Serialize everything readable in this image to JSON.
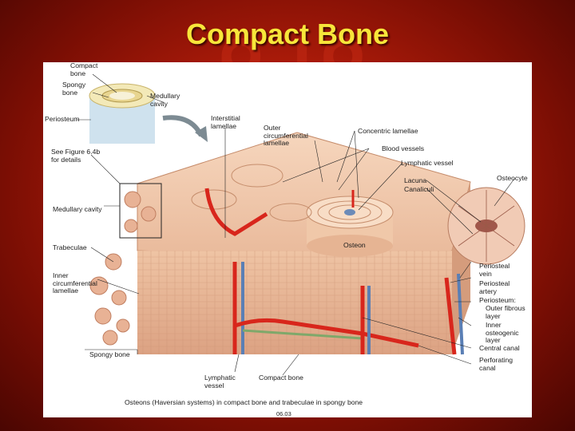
{
  "slide": {
    "title": "Compact Bone"
  },
  "background": {
    "gradient_center": "#d42a10",
    "gradient_edge": "#4a0602",
    "title_color": "#f7e63a"
  },
  "figure": {
    "labels": {
      "compact_bone": "Compact\nbone",
      "spongy_bone_top": "Spongy\nbone",
      "medullary_cavity_top": "Medullary\ncavity",
      "periosteum": "Periosteum",
      "interstitial_lamellae": "Interstitial\nlamellae",
      "outer_circumferential_lamellae": "Outer\ncircumferential\nlamellae",
      "concentric_lamellae": "Concentric lamellae",
      "blood_vessels": "Blood vessels",
      "lymphatic_vessel_top": "Lymphatic vessel",
      "lacuna": "Lacuna",
      "canaliculi": "Canaliculi",
      "osteocyte": "Osteocyte",
      "see_figure": "See Figure 6.4b\nfor details",
      "medullary_cavity": "Medullary cavity",
      "osteon": "Osteon",
      "trabeculae": "Trabeculae",
      "inner_circumferential_lamellae": "Inner\ncircumferential\nlamellae",
      "periosteal_vein": "Periosteal\nvein",
      "periosteal_artery": "Periosteal\nartery",
      "periosteum_right": "Periosteum:",
      "outer_fibrous_layer": "Outer fibrous\nlayer",
      "inner_osteogenic_layer": "Inner\nosteogenic\nlayer",
      "central_canal": "Central canal",
      "perforating_canal": "Perforating\ncanal",
      "spongy_bone_bottom": "Spongy bone",
      "lymphatic_vessel_bottom": "Lymphatic\nvessel",
      "compact_bone_bottom": "Compact bone"
    },
    "caption": "Osteons (Haversian systems) in compact bone and trabeculae in spongy bone",
    "figure_number": "06.03",
    "colors": {
      "bone": "#f0c6a8",
      "bone_dark": "#d39a7a",
      "artery": "#d8261c",
      "vein": "#5a7fb5",
      "lymph": "#7fa86a"
    }
  }
}
